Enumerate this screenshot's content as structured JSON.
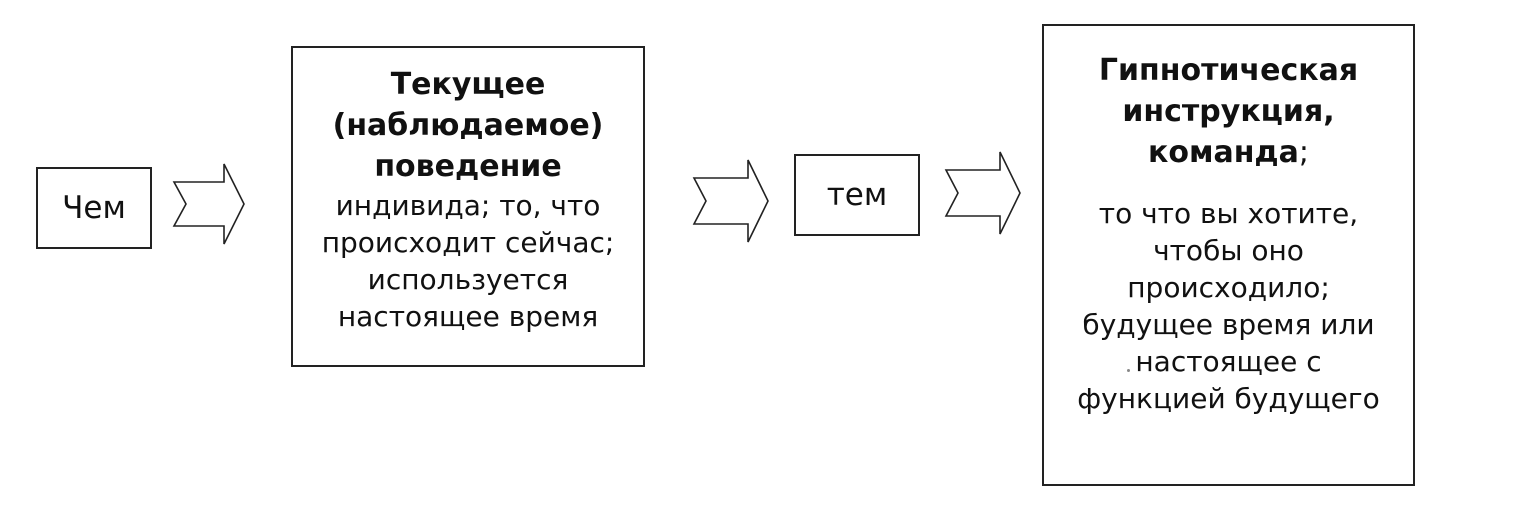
{
  "diagram": {
    "box_chem": "Чем",
    "box_tem": "тем",
    "current": {
      "bold_lines": [
        "Текущее",
        "(наблюдаемое)",
        "поведение"
      ],
      "lines": [
        "индивида; то, что",
        "происходит сейчас;",
        "используется",
        "настоящее время"
      ]
    },
    "hypno": {
      "bold_lines": [
        "Гипнотическая",
        "инструкция,",
        "команда"
      ],
      "bold_suffix": ";",
      "lines": [
        "то что вы хотите,",
        "чтобы оно",
        "происходило;",
        "будущее время или",
        "настоящее с",
        "функцией будущего"
      ]
    }
  },
  "colors": {
    "stroke": "#222222",
    "background": "#ffffff"
  }
}
